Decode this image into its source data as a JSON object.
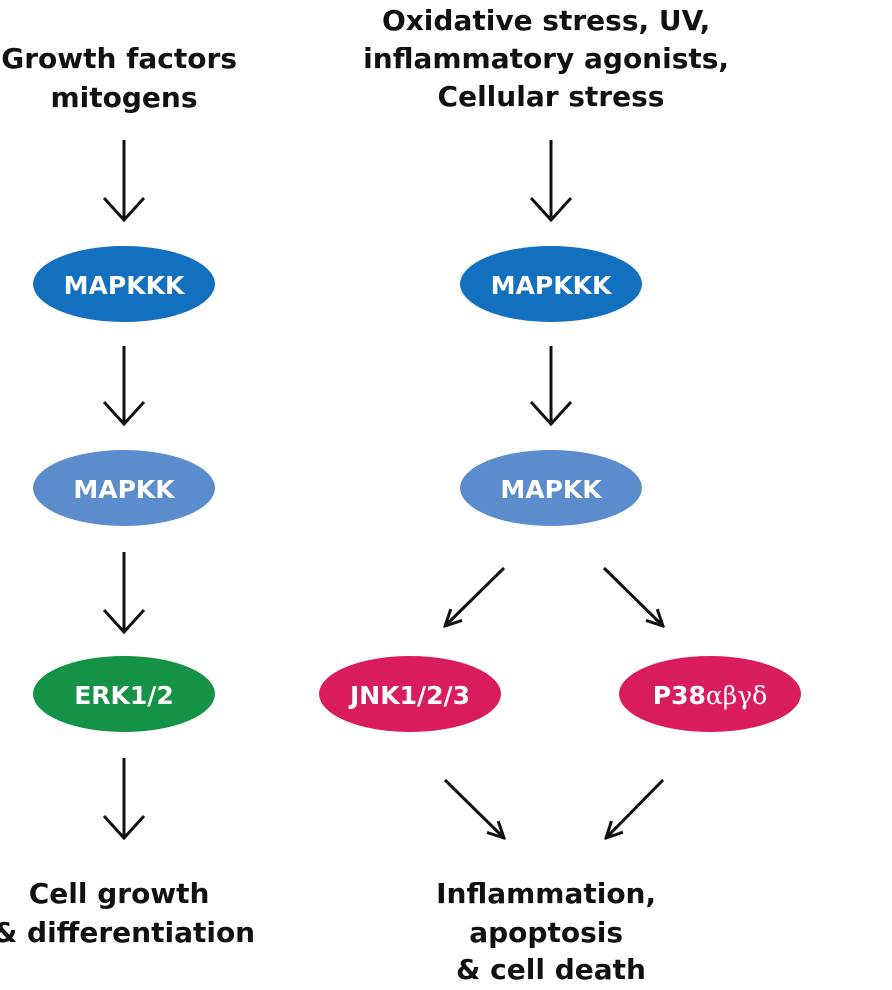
{
  "colors": {
    "mapkkk": "#1270bf",
    "mapkk": "#5b8ccc",
    "erk": "#149246",
    "jnk_p38": "#d81c5e",
    "text": "#111111",
    "node_text": "#ffffff"
  },
  "left": {
    "input_lines": [
      "Growth factors",
      "mitogens"
    ],
    "mapkkk": "MAPKKK",
    "mapkk": "MAPKK",
    "erk": "ERK1/2",
    "output_lines": [
      "Cell growth",
      "& differentiation"
    ]
  },
  "right": {
    "input_lines": [
      "Oxidative stress, UV,",
      "inflammatory agonists,",
      "Cellular stress"
    ],
    "mapkkk": "MAPKKK",
    "mapkk": "MAPKK",
    "jnk": "JNK1/2/3",
    "p38_prefix": "P38",
    "p38_greek": "αβγδ",
    "output_lines": [
      "Inflammation,",
      "apoptosis",
      "& cell death"
    ]
  }
}
